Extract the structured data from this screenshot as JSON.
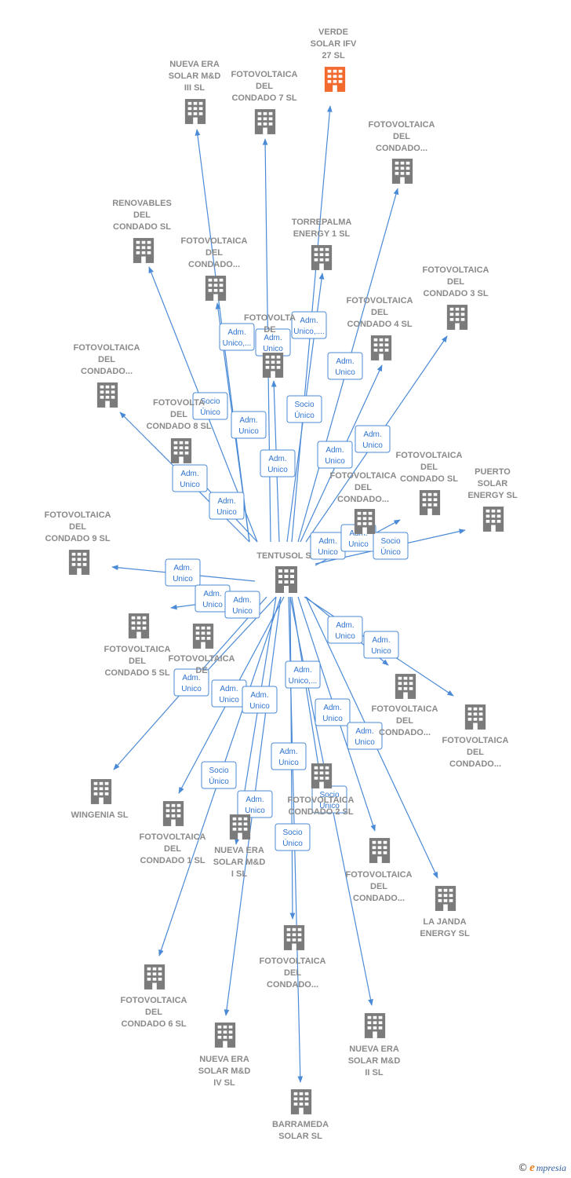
{
  "colors": {
    "edge": "#4a8ad6",
    "edge_text": "#2f74cf",
    "node": "#7b7b7b",
    "highlight": "#f26a2e",
    "label": "#8a8a8a"
  },
  "center": {
    "id": "c",
    "label": [
      "TENTUSOL S"
    ]
  },
  "nodes": [
    {
      "id": "verde",
      "label": [
        "VERDE",
        "SOLAR IFV",
        "27  SL"
      ],
      "highlight": true
    },
    {
      "id": "nesm3",
      "label": [
        "NUEVA ERA",
        "SOLAR M&D",
        "III  SL"
      ]
    },
    {
      "id": "fdc7",
      "label": [
        "FOTOVOLTAICA",
        "DEL",
        "CONDADO 7 SL"
      ]
    },
    {
      "id": "fdc_a",
      "label": [
        "FOTOVOLTAICA",
        "DEL",
        "CONDADO..."
      ]
    },
    {
      "id": "ren",
      "label": [
        "RENOVABLES",
        "DEL",
        "CONDADO SL"
      ]
    },
    {
      "id": "torre",
      "label": [
        "TORREPALMA",
        "ENERGY 1  SL"
      ]
    },
    {
      "id": "fdc_b",
      "label": [
        "FOTOVOLTAICA",
        "DEL",
        "CONDADO..."
      ]
    },
    {
      "id": "fdc3",
      "label": [
        "FOTOVOLTAICA",
        "DEL",
        "CONDADO 3 SL"
      ]
    },
    {
      "id": "fdc4",
      "label": [
        "FOTOVOLTAICA",
        "DEL",
        "CONDADO 4 SL"
      ]
    },
    {
      "id": "fdc_mid",
      "label": [
        "FOTOVOLTA",
        "DE"
      ]
    },
    {
      "id": "fdc_c",
      "label": [
        "FOTOVOLTAICA",
        "DEL",
        "CONDADO..."
      ]
    },
    {
      "id": "fdc8",
      "label": [
        "FOTOVOLTA",
        "DEL",
        "CONDADO 8 SL"
      ]
    },
    {
      "id": "fdcsl",
      "label": [
        "FOTOVOLTAICA",
        "DEL",
        "CONDADO SL"
      ]
    },
    {
      "id": "puerto",
      "label": [
        "PUERTO",
        "SOLAR",
        "ENERGY  SL"
      ]
    },
    {
      "id": "fdc_d",
      "label": [
        "FOTOVOLTAICA",
        "DEL",
        "CONDADO..."
      ]
    },
    {
      "id": "fdc9",
      "label": [
        "FOTOVOLTAICA",
        "DEL",
        "CONDADO 9 SL"
      ]
    },
    {
      "id": "fdc5",
      "label": [
        "FOTOVOLTAICA",
        "DEL",
        "CONDADO 5 SL"
      ]
    },
    {
      "id": "fdc_e",
      "label": [
        "FOTOVOLTAICA",
        "DE"
      ]
    },
    {
      "id": "fdc_f",
      "label": [
        "FOTOVOLTAICA",
        "DEL",
        "CONDADO..."
      ]
    },
    {
      "id": "fdc_g",
      "label": [
        "FOTOVOLTAICA",
        "DEL",
        "CONDADO..."
      ]
    },
    {
      "id": "wing",
      "label": [
        "WINGENIA SL"
      ]
    },
    {
      "id": "fdc1",
      "label": [
        "FOTOVOLTAICA",
        "DEL",
        "CONDADO 1 SL"
      ]
    },
    {
      "id": "fdc2",
      "label": [
        "FOTOVOLTAICA",
        "CONDADO 2 SL"
      ]
    },
    {
      "id": "nesm1",
      "label": [
        "NUEVA ERA",
        "SOLAR M&D",
        "I  SL"
      ]
    },
    {
      "id": "fdc_h",
      "label": [
        "FOTOVOLTAICA",
        "DEL",
        "CONDADO..."
      ]
    },
    {
      "id": "lajanda",
      "label": [
        "LA JANDA",
        "ENERGY  SL"
      ]
    },
    {
      "id": "fdc_i",
      "label": [
        "FOTOVOLTAICA",
        "DEL",
        "CONDADO..."
      ]
    },
    {
      "id": "fdc6",
      "label": [
        "FOTOVOLTAICA",
        "DEL",
        "CONDADO 6 SL"
      ]
    },
    {
      "id": "nesm4",
      "label": [
        "NUEVA ERA",
        "SOLAR M&D",
        "IV  SL"
      ]
    },
    {
      "id": "nesm2",
      "label": [
        "NUEVA ERA",
        "SOLAR M&D",
        "II  SL"
      ]
    },
    {
      "id": "barr",
      "label": [
        "BARRAMEDA",
        "SOLAR  SL"
      ]
    }
  ],
  "edge_labels": [
    [
      "Adm.",
      "Unico,..."
    ],
    [
      "Adm.",
      "Unico"
    ],
    [
      "Adm.",
      "Unico,...."
    ],
    [
      "Adm.",
      "Unico"
    ],
    [
      "Socio",
      "Único"
    ],
    [
      "Adm.",
      "Unico"
    ],
    [
      "Socio",
      "Único"
    ],
    [
      "Adm.",
      "Unico"
    ],
    [
      "Adm.",
      "Unico"
    ],
    [
      "Adm.",
      "Unico"
    ],
    [
      "Adm.",
      "Unico"
    ],
    [
      "Adm.",
      "Unico"
    ],
    [
      "Adm.",
      "Unico"
    ],
    [
      "Adm.",
      "Unico"
    ],
    [
      "Socio",
      "Único"
    ],
    [
      "Adm.",
      "Unico"
    ],
    [
      "Adm.",
      "Unico"
    ],
    [
      "Adm.",
      "Unico"
    ],
    [
      "Adm.",
      "Unico"
    ],
    [
      "Adm.",
      "Unico"
    ],
    [
      "Adm.",
      "Unico"
    ],
    [
      "Adm.",
      "Unico"
    ],
    [
      "Adm.",
      "Unico"
    ],
    [
      "Adm.",
      "Unico,..."
    ],
    [
      "Adm.",
      "Unico"
    ],
    [
      "Adm.",
      "Unico"
    ],
    [
      "Adm.",
      "Unico"
    ],
    [
      "Socio",
      "Único"
    ],
    [
      "Adm.",
      "Unico"
    ],
    [
      "Socio",
      "Único"
    ],
    [
      "Socio",
      "Único"
    ]
  ],
  "footer": {
    "copyright": "©",
    "brand_initial": "e",
    "brand_rest": "mpresia"
  }
}
